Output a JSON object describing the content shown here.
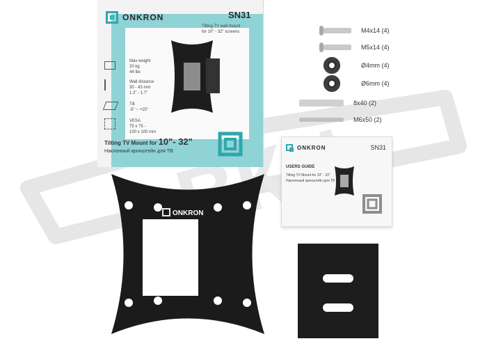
{
  "box": {
    "brand": "ONKRON",
    "model": "SN31",
    "tagline": "Tilting TV wall mount\nfor 10\" - 32\" screens",
    "spec_weight": "Max weight\n20 kg\n44 lbs",
    "spec_distance": "Wall distance\n30 - 43 mm\n1.2\" - 1.7\"",
    "spec_tilt": "Tilt\n-5° ~ +15°",
    "spec_vesa": "VESA\n75 x 75 -\n100 x 100 mm",
    "title_line1_prefix": "Tilting TV Mount for ",
    "title_line1_size": "10\"- 32\"",
    "title_line2": "Наклонный кронштейн для ТВ"
  },
  "hardware": [
    {
      "label": "M4x14 (4)",
      "icon": "screw-icon"
    },
    {
      "label": "M5x14 (4)",
      "icon": "screw-icon"
    },
    {
      "label": "Ø4mm (4)",
      "icon": "washer-icon"
    },
    {
      "label": "Ø6mm (4)",
      "icon": "washer-icon"
    },
    {
      "label": "8x40 (2)",
      "icon": "anchor-icon"
    },
    {
      "label": "M6x50 (2)",
      "icon": "screw-icon"
    }
  ],
  "manual": {
    "brand": "ONKRON",
    "model": "SN31",
    "heading": "USERS GUIDE",
    "sub1": "Tilting TV Mount for 10\" - 32\"",
    "sub2": "Наклонный кронштейн для ТВ"
  },
  "plate": {
    "brand": "ONKRON"
  },
  "watermark": {
    "text": "ВКН"
  },
  "colors": {
    "teal": "#2ea7ad",
    "teal_band": "#8fd3d6",
    "plate_black": "#1b1b1b",
    "watermark_gray": "#e6e6e6"
  }
}
